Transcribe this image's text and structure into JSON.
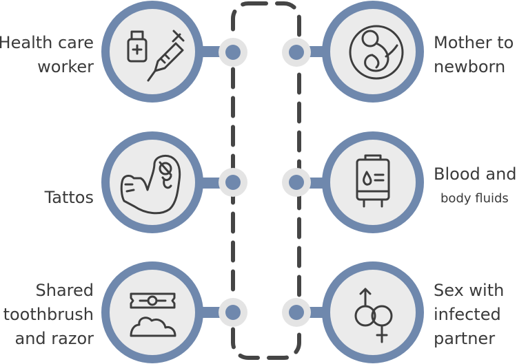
{
  "left": [
    {
      "id": "health-care-worker",
      "lines": [
        "Health care",
        "worker"
      ],
      "icon": "syringe-vial-icon"
    },
    {
      "id": "tattoos",
      "lines": [
        "Tattos"
      ],
      "icon": "tattooed-arm-icon"
    },
    {
      "id": "shared-toothbrush-razor",
      "lines": [
        "Shared",
        "toothbrush",
        "and razor"
      ],
      "icon": "razor-blade-toothpaste-icon"
    }
  ],
  "right": [
    {
      "id": "mother-to-newborn",
      "lines": [
        "Mother to",
        "newborn"
      ],
      "icon": "fetus-icon"
    },
    {
      "id": "blood-body-fluids",
      "lines": [
        "Blood and",
        "body fluids"
      ],
      "icon": "blood-bag-icon"
    },
    {
      "id": "sex-infected-partner",
      "lines": [
        "Sex with",
        "infected",
        "partner"
      ],
      "icon": "gender-symbols-icon"
    }
  ],
  "colors": {
    "ring": "#6f88ad",
    "fill": "#ebebeb",
    "icon": "#3d3d3d",
    "dash": "#454545",
    "dot": "#6f88ad"
  }
}
